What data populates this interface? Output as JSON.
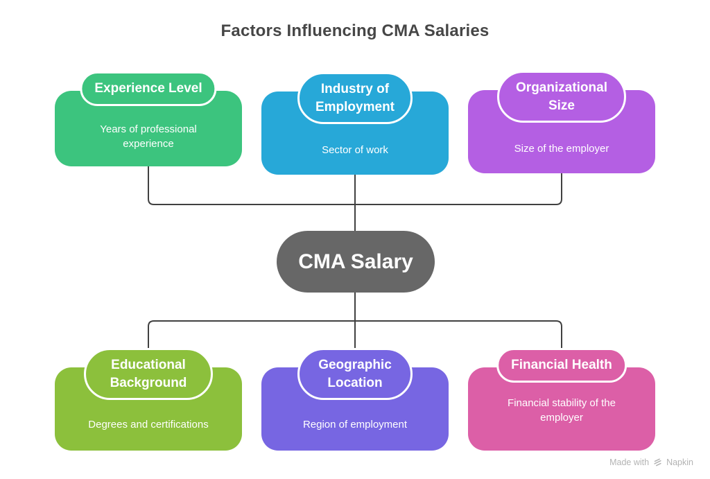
{
  "title": "Factors Influencing CMA Salaries",
  "center": {
    "label": "CMA Salary",
    "color": "#676767"
  },
  "factors": [
    {
      "id": "experience",
      "title": "Experience Level",
      "description": "Years of professional experience",
      "color": "#3CC47E"
    },
    {
      "id": "industry",
      "title": "Industry of Employment",
      "description": "Sector of work",
      "color": "#27A8D8"
    },
    {
      "id": "organizational",
      "title": "Organizational Size",
      "description": "Size of the employer",
      "color": "#B45FE3"
    },
    {
      "id": "educational",
      "title": "Educational Background",
      "description": "Degrees and certifications",
      "color": "#8CC03C"
    },
    {
      "id": "geographic",
      "title": "Geographic Location",
      "description": "Region of employment",
      "color": "#7766E2"
    },
    {
      "id": "financial",
      "title": "Financial Health",
      "description": "Financial stability of the employer",
      "color": "#DC5FA7"
    }
  ],
  "connector_color": "#404040",
  "watermark": {
    "text_prefix": "Made with",
    "brand": "Napkin",
    "icon": "napkin-logo-icon",
    "color": "#B3B3B3"
  }
}
